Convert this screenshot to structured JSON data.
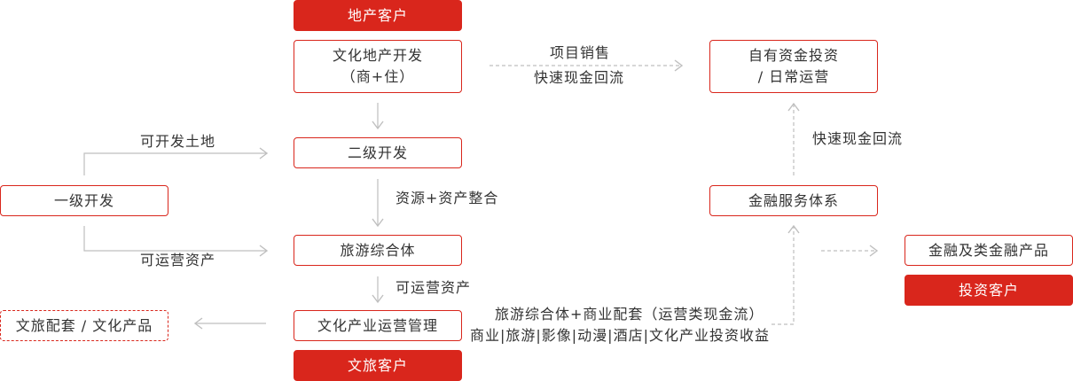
{
  "colors": {
    "accent": "#d9261c",
    "connector": "#bfbfbf",
    "text": "#333333"
  },
  "nodes": {
    "real_estate_customers": "地产客户",
    "cultural_real_estate_line1": "文化地产开发",
    "cultural_real_estate_line2": "（商+住）",
    "secondary_development": "二级开发",
    "primary_development": "一级开发",
    "tourism_complex": "旅游综合体",
    "cultural_industry_ops": "文化产业运营管理",
    "cultural_tourism_customers": "文旅客户",
    "cultural_tourism_products": "文旅配套 / 文化产品",
    "own_funds_line1": "自有资金投资",
    "own_funds_line2": "/ 日常运营",
    "financial_service_system": "金融服务体系",
    "financial_products": "金融及类金融产品",
    "investment_customers": "投资客户"
  },
  "labels": {
    "project_sales": "项目销售",
    "fast_cash_return_1": "快速现金回流",
    "fast_cash_return_2": "快速现金回流",
    "developable_land": "可开发土地",
    "operable_assets_1": "可运营资产",
    "operable_assets_2": "可运营资产",
    "resource_asset_integration": "资源+资产整合",
    "complex_commercial": "旅游综合体+商业配套（运营类现金流）",
    "business_list": "商业|旅游|影像|动漫|酒店|文化产业投资收益"
  }
}
